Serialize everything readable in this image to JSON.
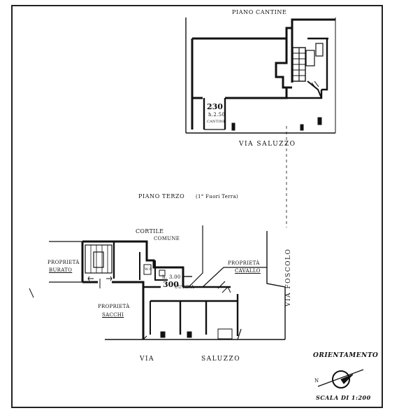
{
  "plan": {
    "cellar_floor_title": "PIANO CANTINE",
    "cellar_room_number": "230",
    "cellar_height": "h.2.50",
    "cellar_room_name": "CANTINE",
    "street_top": "VIA SALUZZO",
    "ground_floor_title": "PIANO TERZO",
    "ground_floor_sub": "(1° Fuori Terra)",
    "courtyard_line1": "CORTILE",
    "courtyard_line2": "COMUNE",
    "owner_left_line1": "PROPRIETÀ",
    "owner_left_line2": "BURATO",
    "owner_bottom_line1": "PROPRIETÀ",
    "owner_bottom_line2": "SACCHI",
    "owner_right_line1": "PROPRIETÀ",
    "owner_right_line2": "CAVALLO",
    "wc_label": "W.C.",
    "kitchen_height": "h. 3.00",
    "kitchen_number": "300",
    "kitchen_name": "CUCINA",
    "street_side": "VIA FOSCOLO",
    "street_bottom_left": "VIA",
    "street_bottom_right": "SALUZZO",
    "orientation_label": "ORIENTAMENTO",
    "north_label": "N",
    "scale_label": "SCALA DI 1:200"
  }
}
